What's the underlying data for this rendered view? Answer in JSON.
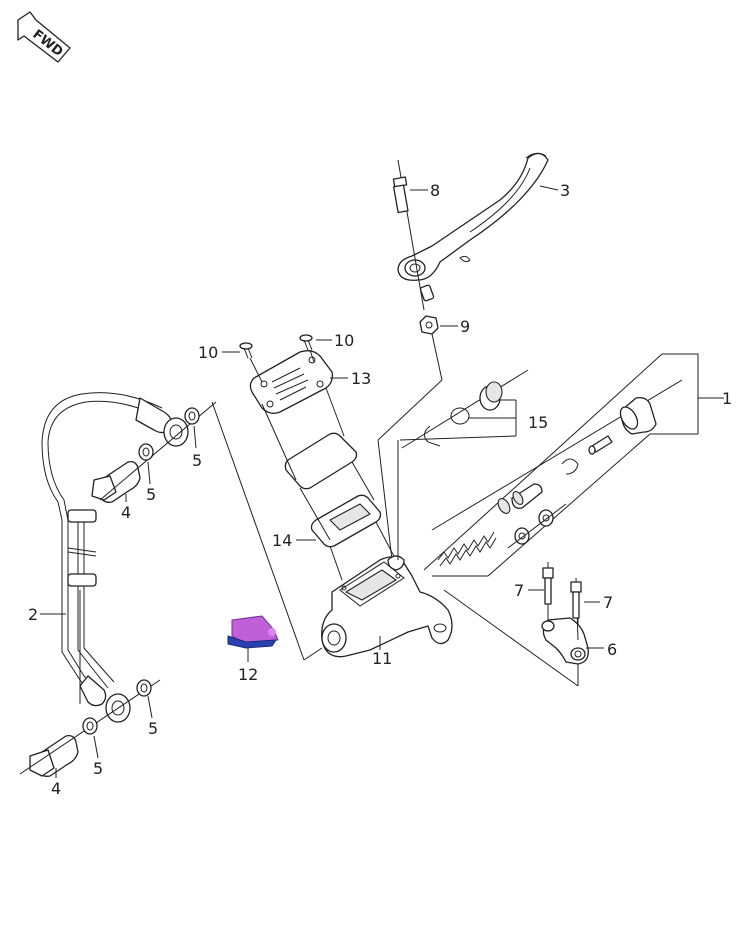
{
  "direction_badge": {
    "text": "FWD",
    "icon": "fwd-arrow-icon"
  },
  "callouts": {
    "c1": "1",
    "c2": "2",
    "c3": "3",
    "c4a": "4",
    "c4b": "4",
    "c5a": "5",
    "c5b": "5",
    "c5c": "5",
    "c5d": "5",
    "c6": "6",
    "c7a": "7",
    "c7b": "7",
    "c8": "8",
    "c9": "9",
    "c10a": "10",
    "c10b": "10",
    "c11": "11",
    "c12": "12",
    "c13": "13",
    "c14": "14",
    "c15": "15"
  },
  "colors": {
    "line": "#222222",
    "sticker_purple": "#c060d8",
    "sticker_blue": "#2a3fb0"
  }
}
